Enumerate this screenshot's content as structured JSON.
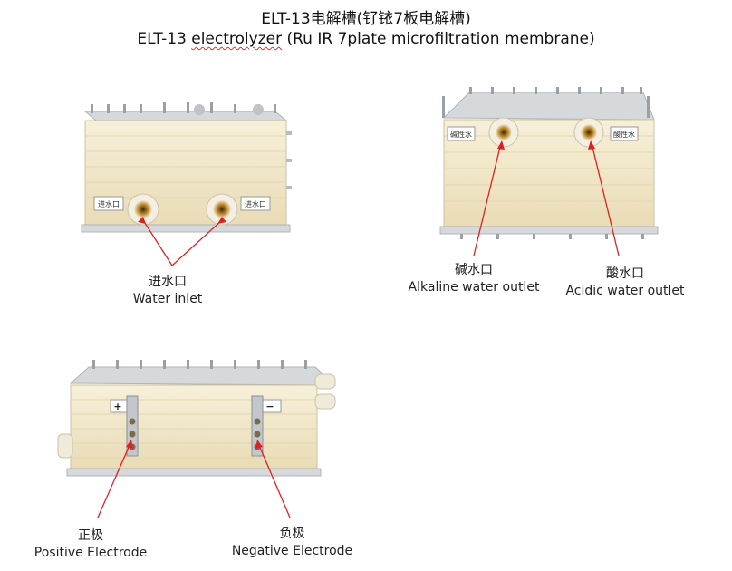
{
  "title": {
    "line1": "ELT-13电解槽(钌铱7板电解槽)",
    "line2_prefix": "ELT-13 ",
    "line2_underlined": "electrolyzer",
    "line2_suffix": " (Ru IR 7plate microfiltration membrane)"
  },
  "photo1": {
    "inlet_tag_left": "进水口",
    "inlet_tag_right": "进水口",
    "label_cn": "进水口",
    "label_en": "Water inlet"
  },
  "photo2": {
    "tag_alkaline": "碱性水",
    "tag_acidic": "酸性水",
    "alkaline_cn": "碱水口",
    "alkaline_en": "Alkaline water outlet",
    "acidic_cn": "酸水口",
    "acidic_en": "Acidic water outlet"
  },
  "photo3": {
    "plus_sign": "+",
    "minus_sign": "−",
    "positive_cn": "正极",
    "positive_en": "Positive Electrode",
    "negative_cn": "负极",
    "negative_en": "Negative Electrode"
  },
  "colors": {
    "body_cream": "#f3ead0",
    "plate_steel": "#d6d9dc",
    "bolt_steel": "#9aa0a6",
    "arrow_red": "#e02020",
    "port_brass": "#c08a2a"
  }
}
